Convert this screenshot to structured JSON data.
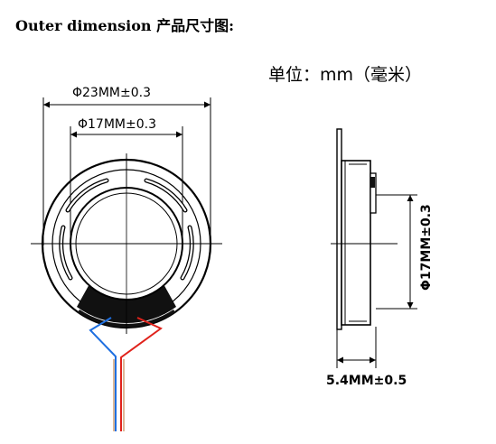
{
  "header": {
    "title": "Outer dimension 产品尺寸图:",
    "unit_label": "单位：mm（毫米）"
  },
  "front_view": {
    "outer_diameter_label": "Φ23MM±0.3",
    "inner_diameter_label": "Φ17MM±0.3"
  },
  "side_view": {
    "diameter_label": "Φ17MM±0.3",
    "thickness_label": "5.4MM±0.5"
  },
  "wires": {
    "colors": {
      "red": "#e0221b",
      "blue": "#1e6fe0",
      "copper": "#b87333"
    }
  }
}
